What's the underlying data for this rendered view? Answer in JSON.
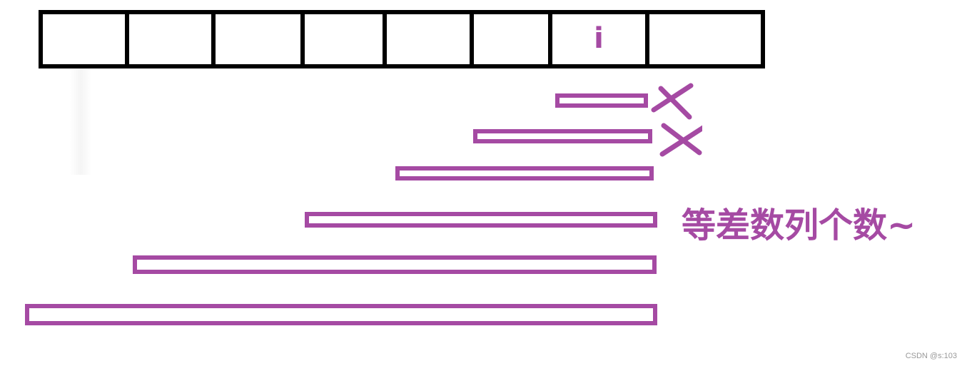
{
  "colors": {
    "accent": "#a54aa3",
    "cell_border": "#000000",
    "watermark": "#999999"
  },
  "array": {
    "cell_count": 8,
    "pointer_cell_index": 6,
    "pointer_label": "i"
  },
  "segments": {
    "count": 6,
    "crossed_count": 2
  },
  "annotation": {
    "text": "等差数列个数~"
  },
  "watermark": {
    "text": "CSDN @s:103"
  }
}
